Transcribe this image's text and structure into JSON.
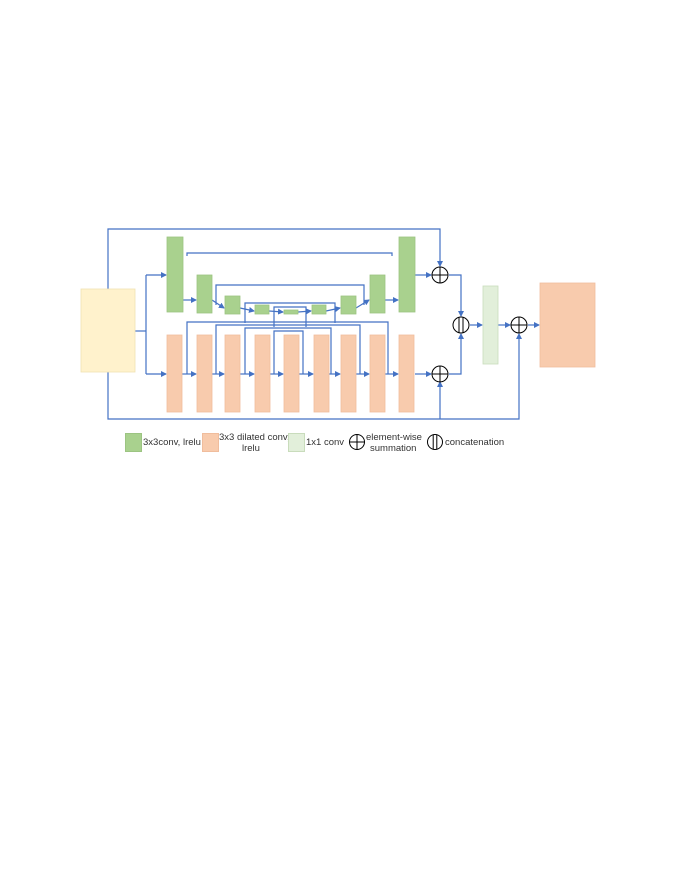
{
  "colors": {
    "green": "#a9d18e",
    "green_border": "#9cc482",
    "peach": "#f8cbad",
    "peach_border": "#f0bd9d",
    "light_green": "#e2efda",
    "light_green_border": "#c9dcbc",
    "input": "#fff2cc",
    "input_border": "#f0e2b2",
    "output": "#f8cbad",
    "arrow": "#4472c4",
    "operator": "#000000"
  },
  "diagram": {
    "components": [
      "input-feature-block",
      "encoder-decoder-branch",
      "dilated-conv-branch",
      "summation-nodes",
      "concatenation-node",
      "1x1-conv-block",
      "output-block"
    ]
  },
  "legend": {
    "conv_label": "3x3conv, lrelu",
    "dilated_label_line1": "3x3 dilated conv,",
    "dilated_label_line2": "lrelu",
    "onebyone_label": "1x1 conv",
    "sum_label_line1": "element-wise",
    "sum_label_line2": "summation",
    "concat_label": "concatenation",
    "icons": {
      "sum": "circle-plus-icon",
      "concat": "circle-double-bar-icon"
    }
  }
}
